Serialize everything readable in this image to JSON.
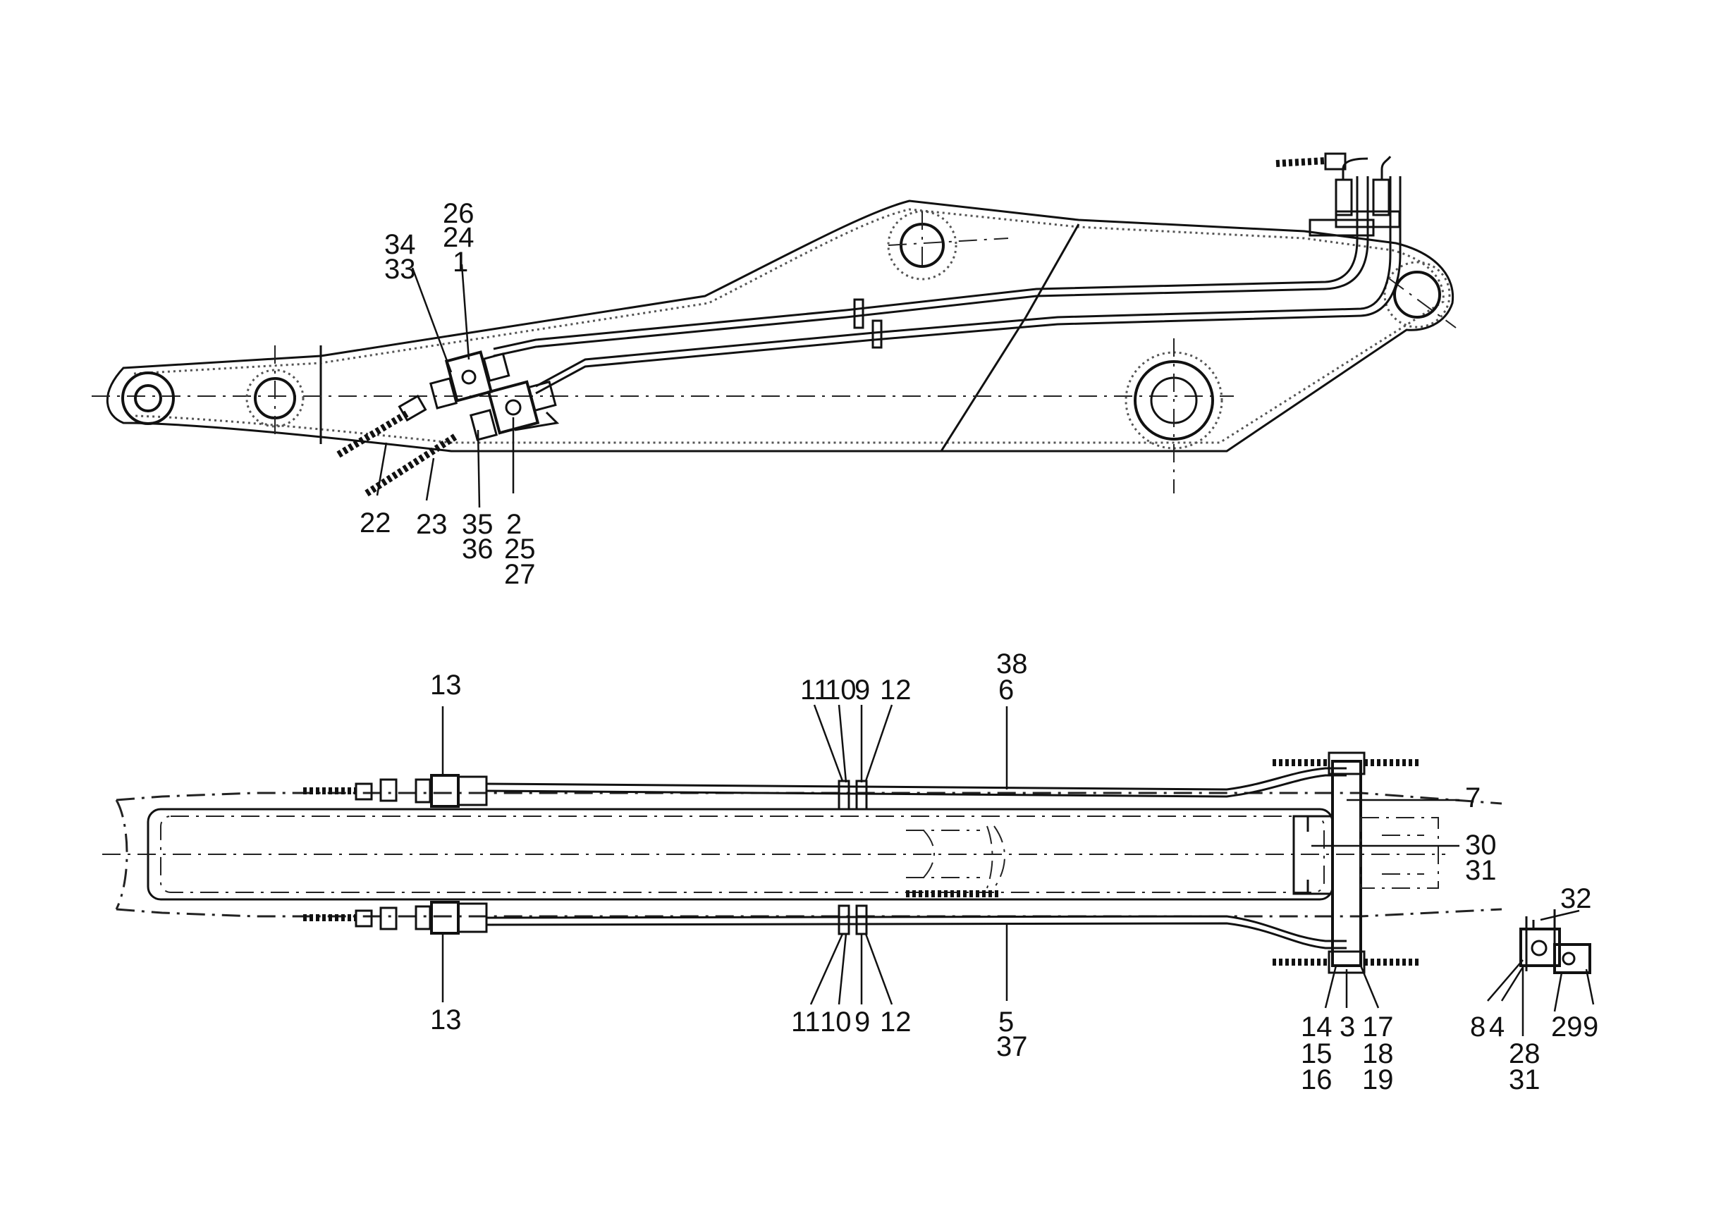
{
  "diagram": {
    "views": {
      "side": {
        "callouts": [
          "26",
          "24",
          "1",
          "34",
          "33",
          "22",
          "23",
          "35",
          "36",
          "2",
          "25",
          "27"
        ]
      },
      "top": {
        "callouts": [
          "13",
          "11",
          "10",
          "9",
          "12",
          "38",
          "6",
          "7",
          "30",
          "31",
          "13",
          "11",
          "10",
          "9",
          "12",
          "5",
          "37",
          "14",
          "15",
          "16",
          "3",
          "17",
          "18",
          "19"
        ]
      },
      "detail": {
        "callouts": [
          "32",
          "8",
          "4",
          "28",
          "31",
          "29",
          "9"
        ]
      }
    },
    "line_color": "#111111"
  }
}
